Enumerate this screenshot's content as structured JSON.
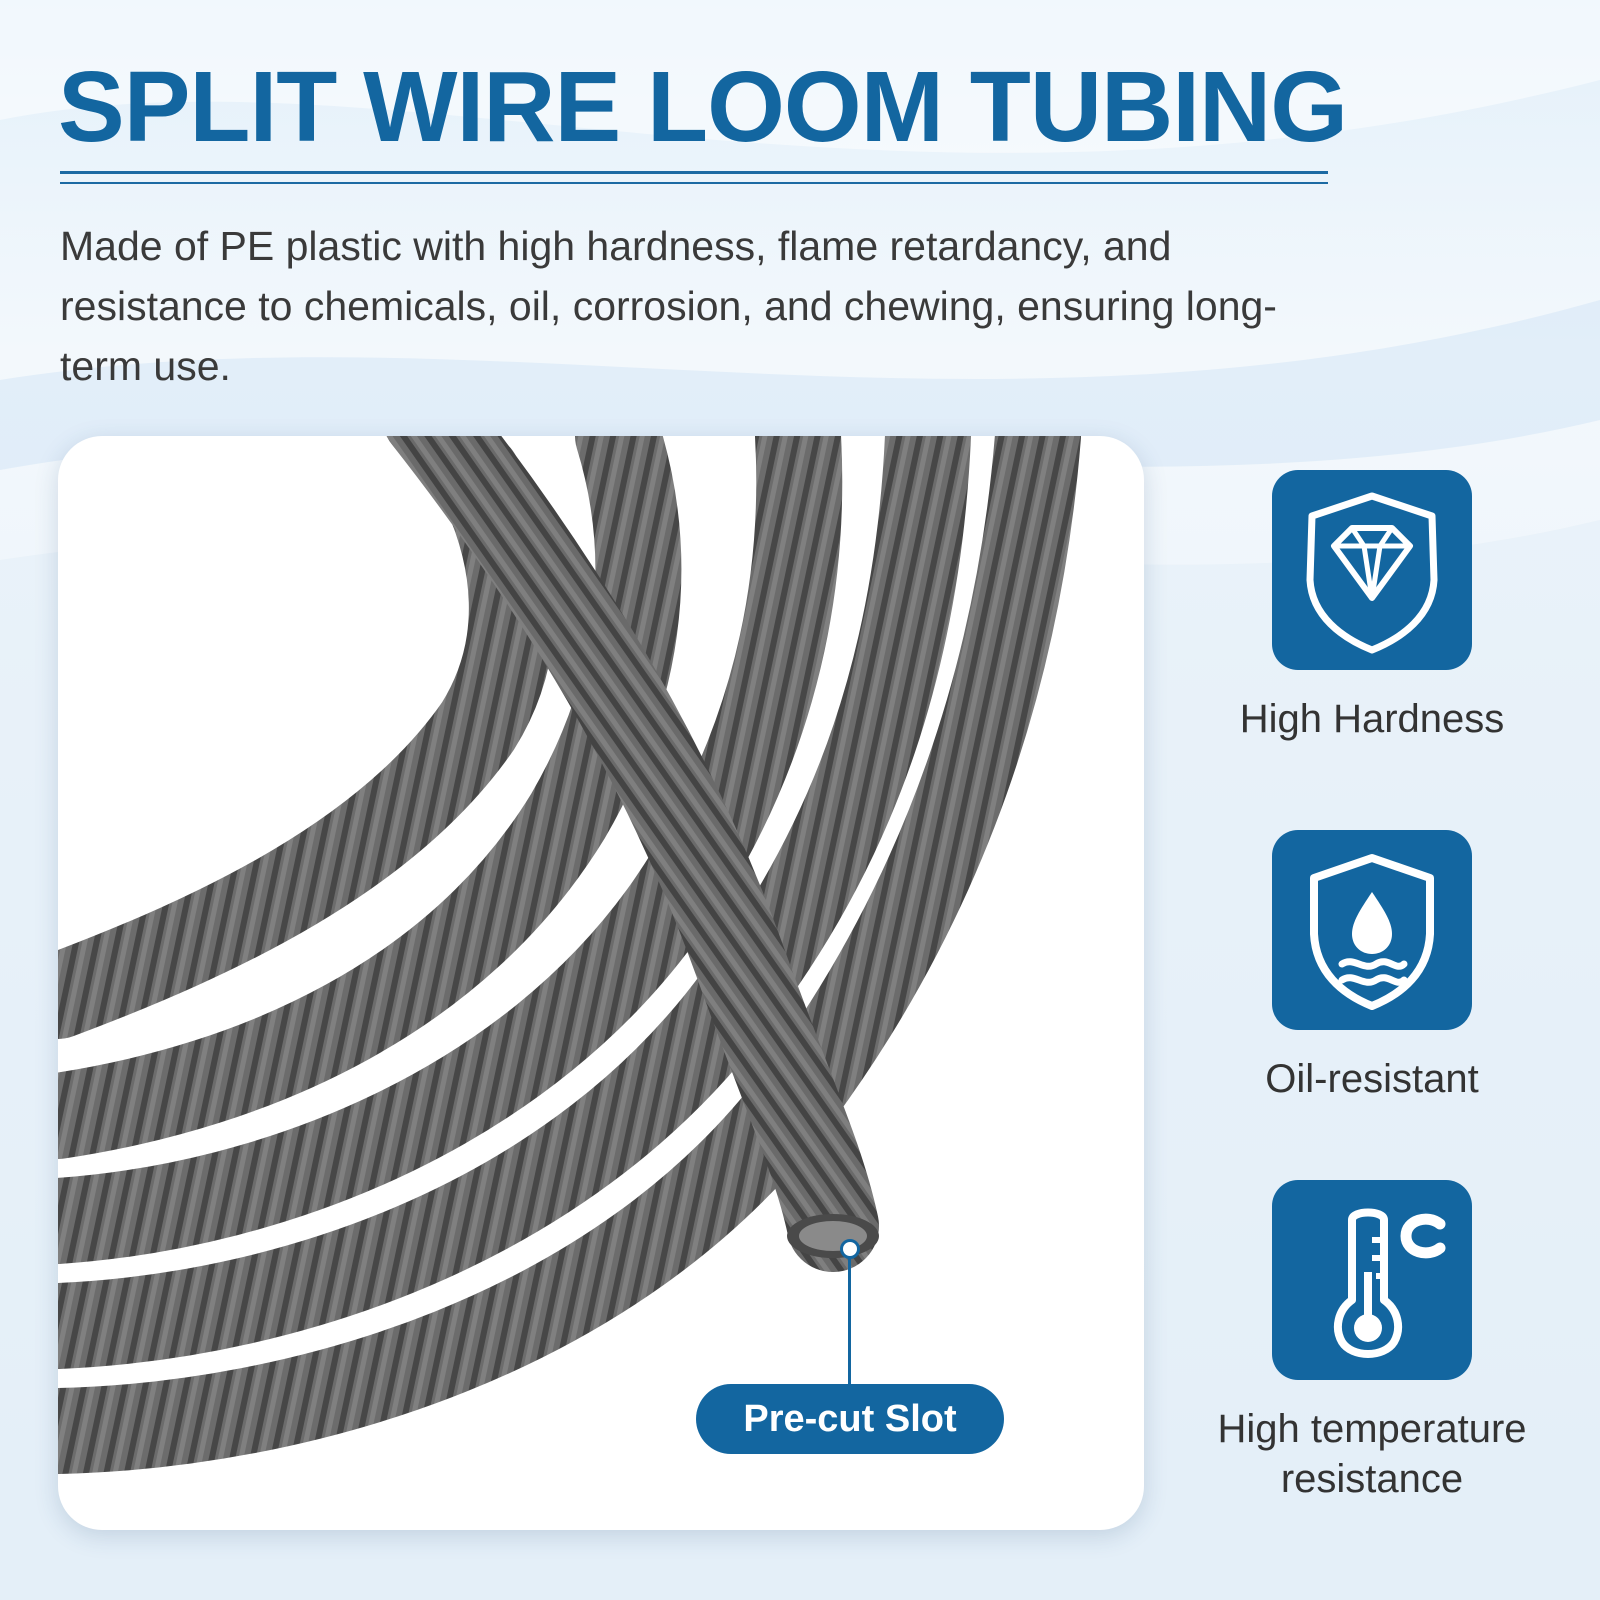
{
  "title": "SPLIT WIRE LOOM TUBING",
  "description": "Made of PE plastic with high hardness, flame retardancy, and resistance to chemicals, oil, corrosion, and chewing, ensuring long-term use.",
  "callout": {
    "label": "Pre-cut Slot"
  },
  "features": [
    {
      "label": "High Hardness",
      "icon": "diamond-shield-icon"
    },
    {
      "label": "Oil-resistant",
      "icon": "oil-drop-shield-icon"
    },
    {
      "label": "High temperature resistance",
      "icon": "thermometer-celsius-icon"
    }
  ],
  "colors": {
    "brand_blue": "#1366a0",
    "tube_gray": "#6c6c6c",
    "text": "#3a3a3a"
  }
}
